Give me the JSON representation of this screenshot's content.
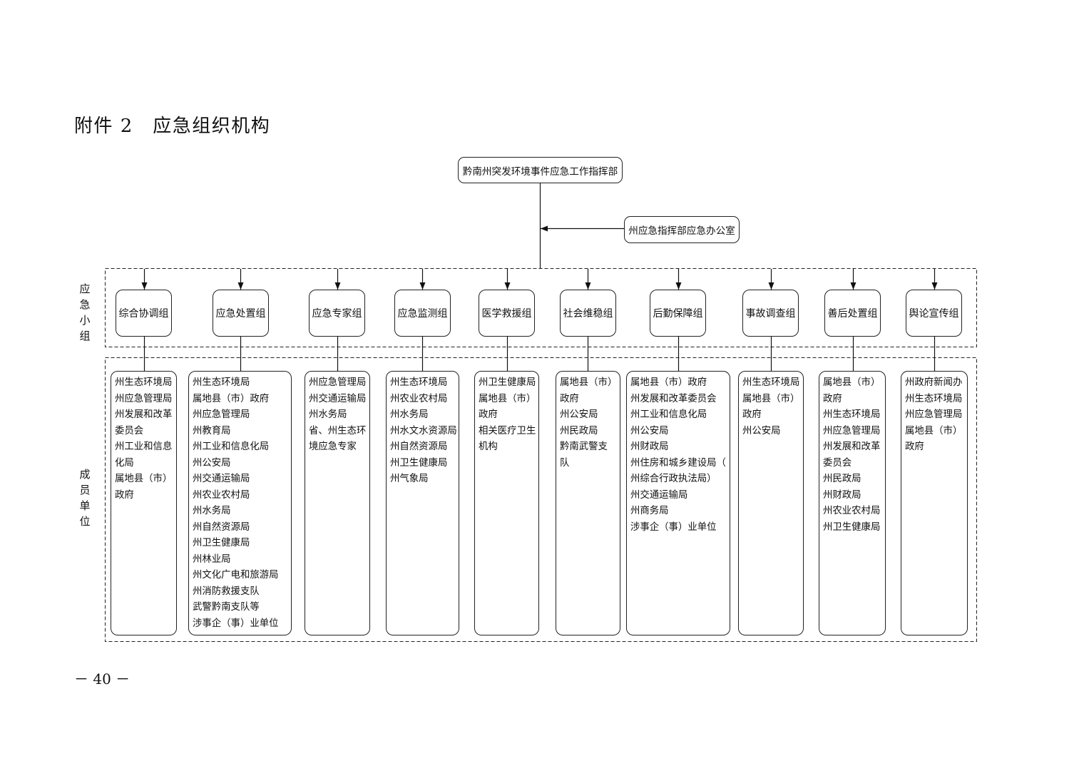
{
  "title": "附件 2　应急组织机构",
  "headquarters": "黔南州突发环境事件应急工作指挥部",
  "office": "州应急指挥部应急办公室",
  "side_labels": {
    "groups": "应急小组",
    "members": "成员单位"
  },
  "groups": [
    {
      "name": "综合协调组",
      "members": [
        "州生态环境局",
        "州应急管理局",
        "州发展和改革",
        "委员会",
        "州工业和信息",
        "化局",
        "属地县（市）",
        "政府"
      ]
    },
    {
      "name": "应急处置组",
      "members": [
        "州生态环境局",
        "属地县（市）政府",
        "州应急管理局",
        "州教育局",
        "州工业和信息化局",
        "州公安局",
        "州交通运输局",
        "州农业农村局",
        "州水务局",
        "州自然资源局",
        "州卫生健康局",
        "州林业局",
        "州文化广电和旅游局",
        "州消防救援支队",
        "武警黔南支队等",
        "涉事企（事）业单位"
      ]
    },
    {
      "name": "应急专家组",
      "members": [
        "州应急管理局",
        "州交通运输局",
        "州水务局",
        "省、州生态环",
        "境应急专家"
      ]
    },
    {
      "name": "应急监测组",
      "members": [
        "州生态环境局",
        "州农业农村局",
        "州水务局",
        "州水文水资源局",
        "州自然资源局",
        "州卫生健康局",
        "州气象局"
      ]
    },
    {
      "name": "医学救援组",
      "members": [
        "州卫生健康局",
        "属地县（市）",
        "政府",
        "相关医疗卫生",
        "机构"
      ]
    },
    {
      "name": "社会维稳组",
      "members": [
        "属地县（市）",
        "政府",
        "州公安局",
        "州民政局",
        "黔南武警支",
        "队"
      ]
    },
    {
      "name": "后勤保障组",
      "members": [
        "属地县（市）政府",
        "州发展和改革委员会",
        "州工业和信息化局",
        "州公安局",
        "州财政局",
        "州住房和城乡建设局（",
        "州综合行政执法局）",
        "州交通运输局",
        "州商务局",
        "涉事企（事）业单位"
      ]
    },
    {
      "name": "事故调查组",
      "members": [
        "州生态环境局",
        "属地县（市）",
        "政府",
        "州公安局"
      ]
    },
    {
      "name": "善后处置组",
      "members": [
        "属地县（市）",
        "政府",
        "州生态环境局",
        "州应急管理局",
        "州发展和改革",
        "委员会",
        "州民政局",
        "州财政局",
        "州农业农村局",
        "州卫生健康局"
      ]
    },
    {
      "name": "舆论宣传组",
      "members": [
        "州政府新闻办",
        "州生态环境局",
        "州应急管理局",
        "属地县（市）",
        "政府"
      ]
    }
  ],
  "page_number": "－ 40 －"
}
